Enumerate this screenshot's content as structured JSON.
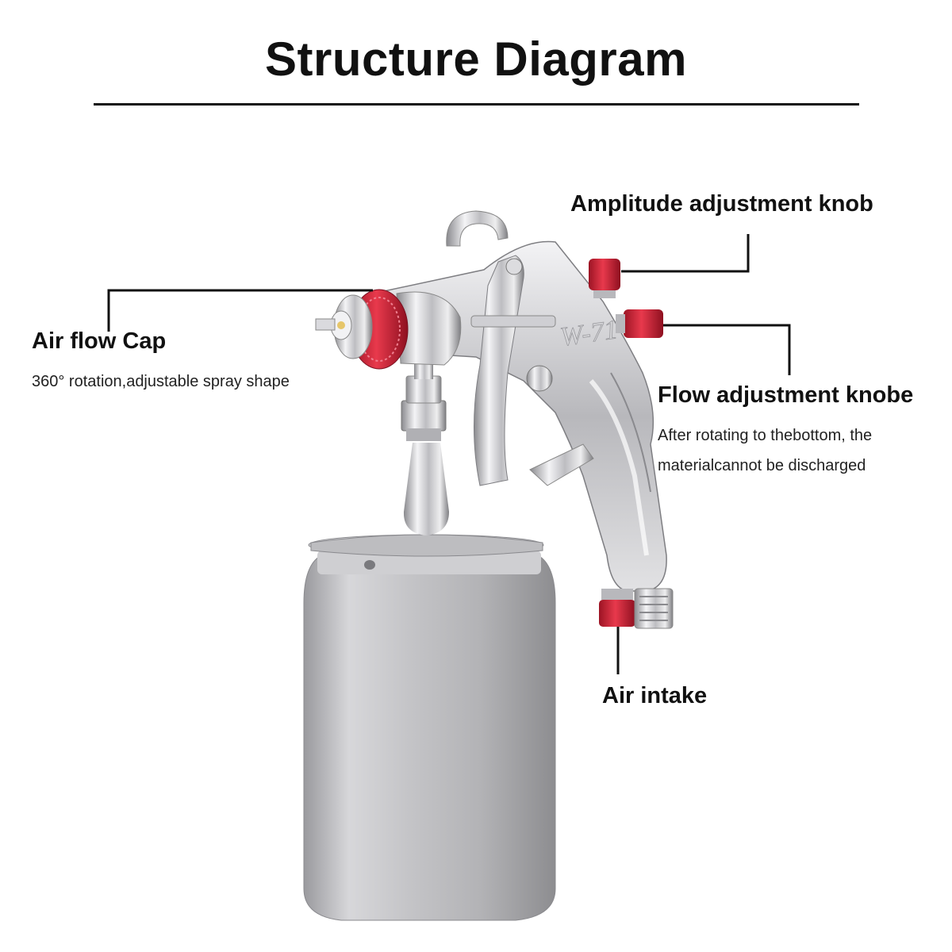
{
  "title": "Structure Diagram",
  "gun_marking": "W-71",
  "callouts": {
    "air_flow_cap": {
      "label": "Air flow Cap",
      "description": "360° rotation,adjustable spray shape"
    },
    "amplitude_knob": {
      "label": "Amplitude adjustment knob"
    },
    "flow_knob": {
      "label": "Flow adjustment knobe",
      "description_lines": [
        "After rotating to thebottom, the",
        "materialcannot be discharged"
      ]
    },
    "air_intake": {
      "label": "Air intake"
    }
  },
  "colors": {
    "accent_red": "#d3263a",
    "leader_line": "#111111",
    "metal": "#c9c9cc"
  }
}
